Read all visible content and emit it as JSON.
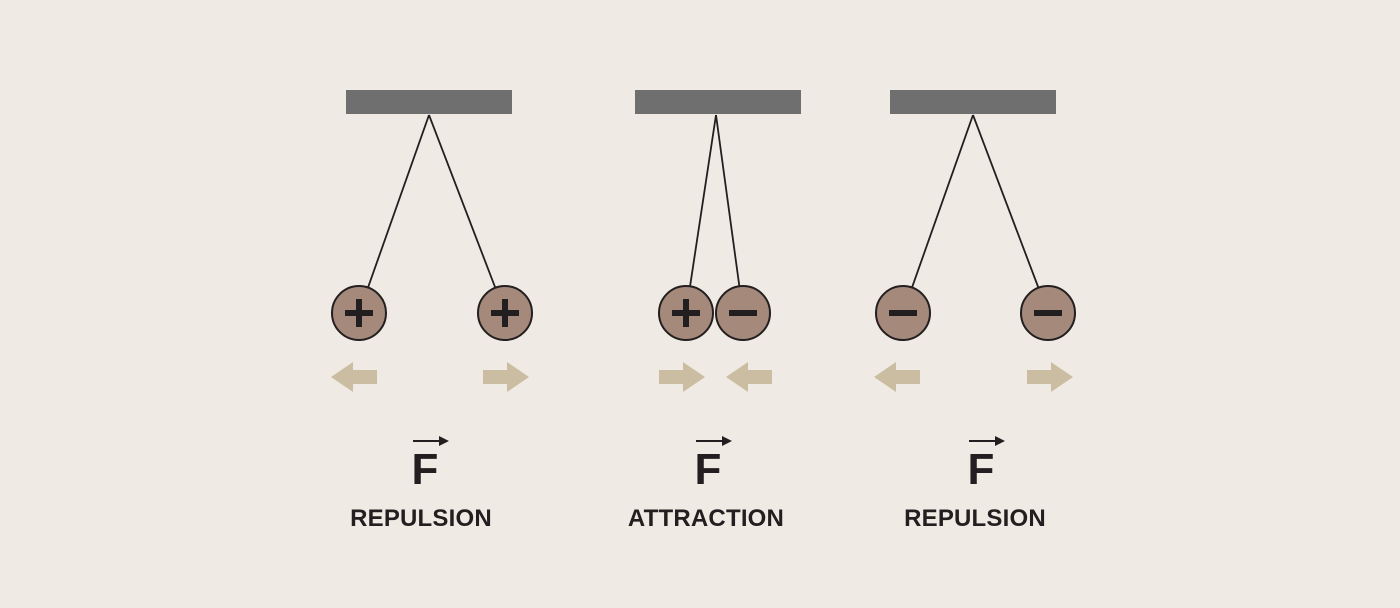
{
  "colors": {
    "background": "#efebe4",
    "support_bar": "#706f6f",
    "string": "#231f20",
    "ball_fill": "#a58a7c",
    "ball_stroke": "#231f20",
    "charge_sign": "#231f20",
    "force_arrow": "#cbbda2",
    "text": "#231f20"
  },
  "force_symbol": "F",
  "panels": [
    {
      "label": "REPULSION",
      "balls": [
        {
          "charge": "+",
          "icon": "plus-icon",
          "force_direction": "left"
        },
        {
          "charge": "+",
          "icon": "plus-icon",
          "force_direction": "right"
        }
      ]
    },
    {
      "label": "ATTRACTION",
      "balls": [
        {
          "charge": "+",
          "icon": "plus-icon",
          "force_direction": "right"
        },
        {
          "charge": "−",
          "icon": "minus-icon",
          "force_direction": "left"
        }
      ]
    },
    {
      "label": "REPULSION",
      "balls": [
        {
          "charge": "−",
          "icon": "minus-icon",
          "force_direction": "left"
        },
        {
          "charge": "−",
          "icon": "minus-icon",
          "force_direction": "right"
        }
      ]
    }
  ]
}
